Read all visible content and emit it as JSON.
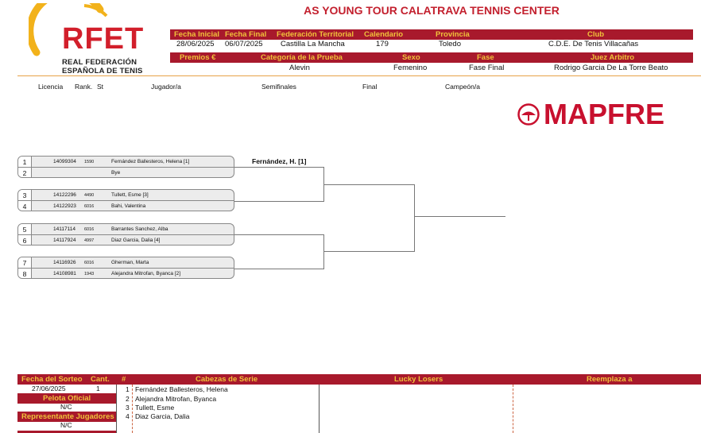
{
  "logo": {
    "abbr": "RFET",
    "line1": "REAL FEDERACIÓN",
    "line2": "ESPAÑOLA DE TENIS"
  },
  "title": "AS YOUNG TOUR CALATRAVA TENNIS CENTER",
  "info_row1": {
    "labels": [
      "Fecha Inicial",
      "Fecha Final",
      "Federación Territorial",
      "Calendario",
      "Provincia",
      "Club"
    ],
    "values": [
      "28/06/2025",
      "06/07/2025",
      "Castilla La Mancha",
      "179",
      "Toledo",
      "C.D.E. De Tenis Villacañas"
    ]
  },
  "info_row2": {
    "labels": [
      "Premios €",
      "Categoría de la Prueba",
      "Sexo",
      "Fase",
      "Juez Arbitro"
    ],
    "values": [
      "",
      "Alevin",
      "Femenino",
      "Fase Final",
      "Rodrigo Garcia De La Torre Beato"
    ]
  },
  "columns": [
    "Licencia",
    "Rank.",
    "St",
    "Jugador/a",
    "Semifinales",
    "Final",
    "Campeón/a"
  ],
  "sponsor": "MAPFRE",
  "draw": [
    {
      "pos": "1",
      "license": "14099304",
      "rank": "1590",
      "name": "Fernández Ballesteros, Helena [1]"
    },
    {
      "pos": "2",
      "license": "",
      "rank": "",
      "name": "Bye"
    },
    {
      "pos": "3",
      "license": "14122296",
      "rank": "4490",
      "name": "Tullett, Esme [3]"
    },
    {
      "pos": "4",
      "license": "14122923",
      "rank": "6016",
      "name": "Bahi, Valentina"
    },
    {
      "pos": "5",
      "license": "14117114",
      "rank": "6016",
      "name": "Barrantes Sanchez, Alba"
    },
    {
      "pos": "6",
      "license": "14117924",
      "rank": "4997",
      "name": "Diaz Garcia, Dalia [4]"
    },
    {
      "pos": "7",
      "license": "14116926",
      "rank": "6016",
      "name": "Gherman, Marta"
    },
    {
      "pos": "8",
      "license": "14108981",
      "rank": "1943",
      "name": "Alejandra Mitrofan, Byanca [2]"
    }
  ],
  "round2_winners": [
    "Fernández, H. [1]"
  ],
  "bottom": {
    "headers": {
      "fecha_sorteo": "Fecha del Sorteo",
      "cant": "Cant.",
      "num": "#",
      "cabezas": "Cabezas de Serie",
      "lucky": "Lucky Losers",
      "reemplaza": "Reemplaza a"
    },
    "fecha_sorteo_val": "27/06/2025",
    "cant_val": "1",
    "pelota_label": "Pelota Oficial",
    "pelota_val": "N/C",
    "representante_label": "Representante Jugadores",
    "representante_val": "N/C",
    "seeds": [
      {
        "n": "1",
        "name": "Fernández Ballesteros, Helena"
      },
      {
        "n": "2",
        "name": "Alejandra Mitrofan, Byanca"
      },
      {
        "n": "3",
        "name": "Tullett, Esme"
      },
      {
        "n": "4",
        "name": "Diaz Garcia, Dalia"
      }
    ]
  },
  "colors": {
    "brand_red": "#a8192c",
    "label_gold": "#f0c23a",
    "logo_red": "#d21f2b",
    "logo_ring": "#f2b21b",
    "mapfre_red": "#c8102e"
  }
}
